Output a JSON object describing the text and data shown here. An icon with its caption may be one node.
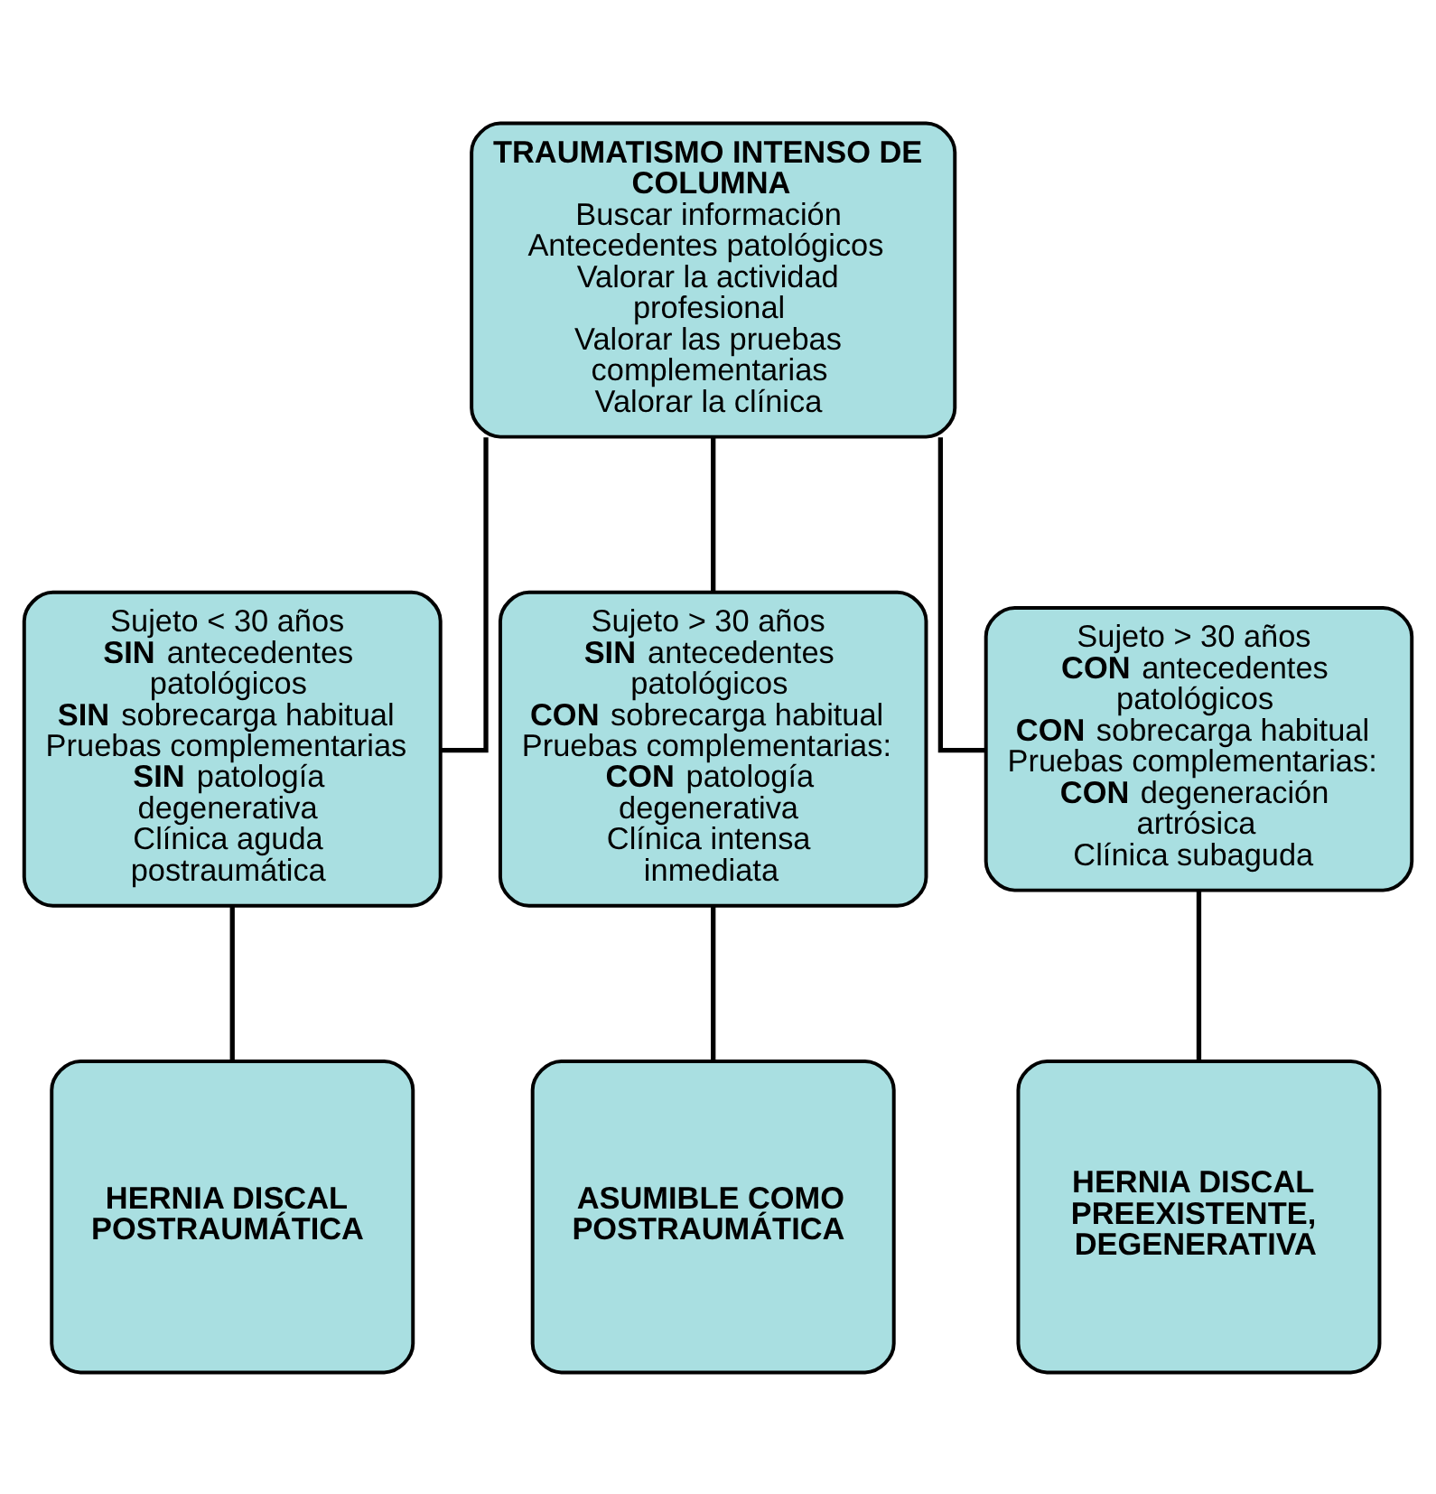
{
  "diagram": {
    "nodes": [
      {
        "text": [
          "TRAUMATISMO INTENSO DE COLUMNA",
          "Buscar información",
          "Antecedentes patológicos",
          "Valorar la actividad profesional",
          "Valorar las pruebas complementarias",
          "Valorar la clínica"
        ]
      },
      {
        "text": [
          "Sujeto < 30 años",
          "**SIN** antecedentes patológicos",
          "**SIN** sobrecarga habitual",
          "Pruebas complementarias",
          "**SIN** patología degenerativa",
          "Clínica aguda postraumática"
        ]
      },
      {
        "text": [
          "Sujeto > 30 años",
          "**SIN** antecedentes patológicos",
          "**CON** sobrecarga habitual",
          "Pruebas complementarias:",
          "**CON** patología degenerativa",
          "Clínica intensa inmediata"
        ]
      },
      {
        "text": [
          "Sujeto > 30 años",
          "**CON** antecedentes patológicos",
          "**CON** sobrecarga habitual",
          "Pruebas complementarias:",
          "**CON** degeneración artrósica",
          "Clínica subaguda"
        ]
      },
      {
        "text": [
          "HERNIA DISCAL POSTRAUMÁTICA"
        ]
      },
      {
        "text": [
          "ASUMIBLE COMO POSTRAUMÁTICA"
        ]
      },
      {
        "text": [
          "HERNIA DISCAL PREEXISTENTE, DEGENERATIVA"
        ]
      }
    ],
    "edges": [
      {
        "from": 0,
        "to": 1,
        "arrow": "none"
      },
      {
        "from": 0,
        "to": 2,
        "arrow": "none"
      },
      {
        "from": 0,
        "to": 3,
        "arrow": "none"
      },
      {
        "from": 1,
        "to": 4,
        "arrow": "none"
      },
      {
        "from": 2,
        "to": 5,
        "arrow": "none"
      },
      {
        "from": 3,
        "to": 6,
        "arrow": "none"
      }
    ]
  }
}
